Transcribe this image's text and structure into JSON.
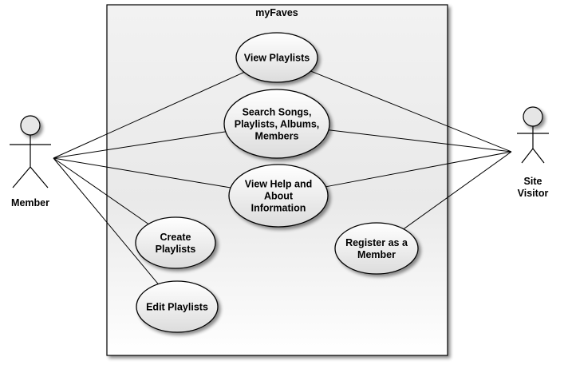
{
  "system": {
    "title": "myFaves"
  },
  "actors": {
    "member": {
      "lines": [
        "Member"
      ]
    },
    "visitor": {
      "lines": [
        "Site",
        "Visitor"
      ]
    }
  },
  "use_cases": {
    "view_playlists": {
      "lines": [
        "View Playlists"
      ]
    },
    "search": {
      "lines": [
        "Search Songs,",
        "Playlists, Albums,",
        "Members"
      ]
    },
    "help": {
      "lines": [
        "View Help and",
        "About",
        "Information"
      ]
    },
    "create": {
      "lines": [
        "Create",
        "Playlists"
      ]
    },
    "edit": {
      "lines": [
        "Edit Playlists"
      ]
    },
    "register": {
      "lines": [
        "Register as a",
        "Member"
      ]
    }
  },
  "associations": [
    {
      "actor": "member",
      "use_case": "view_playlists"
    },
    {
      "actor": "member",
      "use_case": "search"
    },
    {
      "actor": "member",
      "use_case": "help"
    },
    {
      "actor": "member",
      "use_case": "create"
    },
    {
      "actor": "member",
      "use_case": "edit"
    },
    {
      "actor": "visitor",
      "use_case": "view_playlists"
    },
    {
      "actor": "visitor",
      "use_case": "search"
    },
    {
      "actor": "visitor",
      "use_case": "help"
    },
    {
      "actor": "visitor",
      "use_case": "register"
    }
  ],
  "colors": {
    "system_fill_top": "#f2f2f2",
    "system_fill_bottom": "#ffffff",
    "use_case_fill_top": "#ffffff",
    "use_case_fill_bottom": "#dcdcdc",
    "actor_head_fill": "#e6e6e6",
    "stroke": "#000000",
    "shadow": "#9a9a9a"
  }
}
